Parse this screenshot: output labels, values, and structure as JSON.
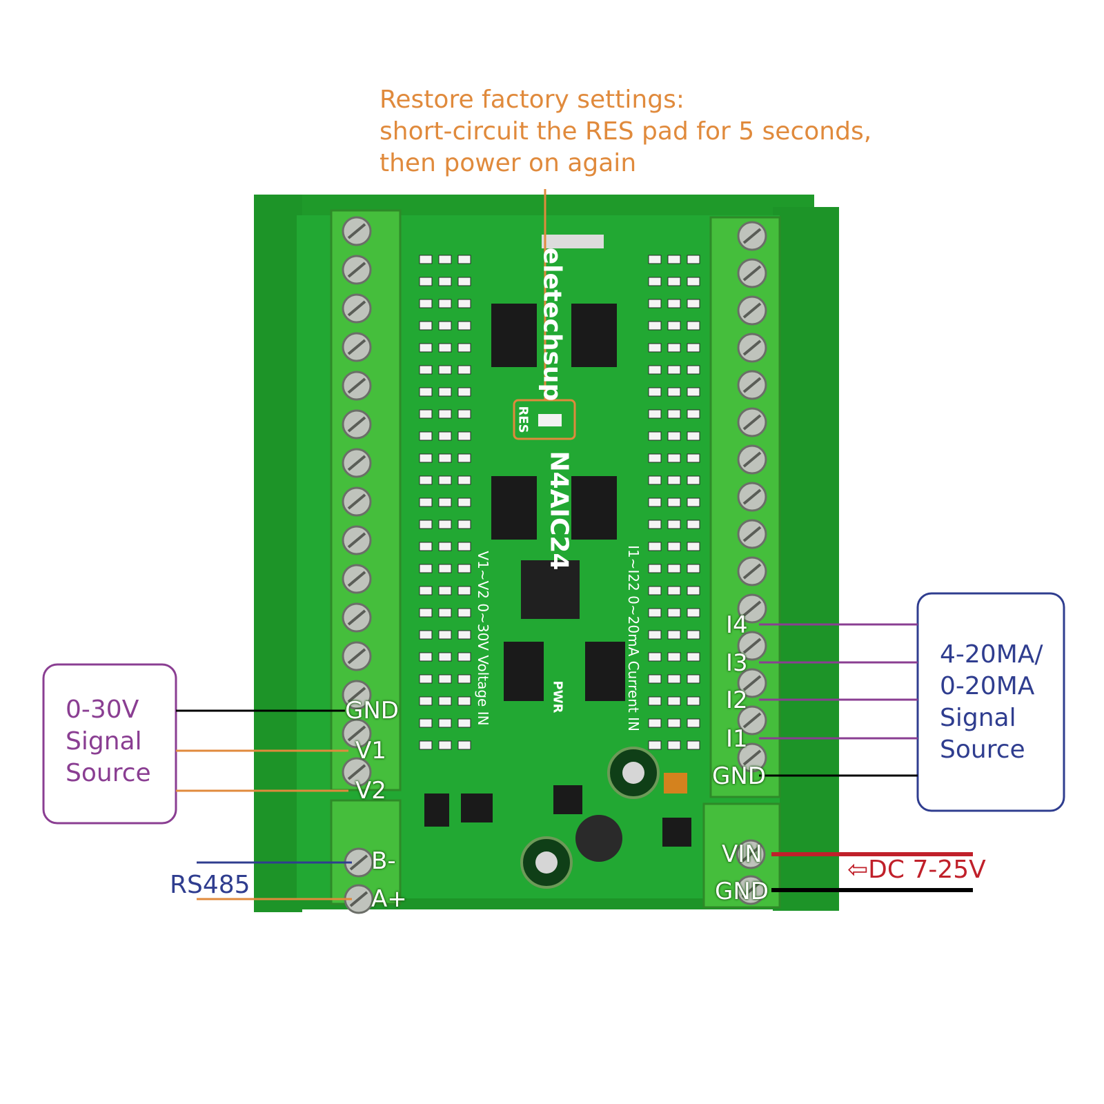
{
  "note": {
    "lines": [
      "Restore factory settings:",
      "short-circuit the RES pad for 5 seconds,",
      "then power on again"
    ]
  },
  "board": {
    "brand": "eletechsup",
    "model": "N4AIC24",
    "res_label": "RES",
    "pwr_label": "PWR",
    "voltage_label": "V1~V2 0~30V Voltage IN",
    "current_label": "I1~I22 0~20mA Current IN"
  },
  "voltage_source": {
    "lines": [
      "0-30V",
      "Signal",
      "Source"
    ],
    "color": "#8a3e92"
  },
  "current_source": {
    "lines": [
      "4-20MA/",
      "0-20MA",
      "Signal",
      "Source"
    ],
    "color": "#2f3d8f"
  },
  "left_pins": [
    "GND",
    "V1",
    "V2"
  ],
  "rs485": {
    "label": "RS485",
    "pins": [
      "B-",
      "A+"
    ]
  },
  "right_pins": [
    "I4",
    "I3",
    "I2",
    "I1",
    "GND"
  ],
  "power": {
    "pins": [
      "VIN",
      "GND"
    ],
    "label": "DC 7-25V",
    "arrow": "⇦",
    "color": "#c0202a"
  },
  "colors": {
    "board_green": "#1e9e2c",
    "terminal_green": "#3fb53a",
    "orange": "#e08a3c",
    "purple": "#8a3e92",
    "blue": "#2f3d8f"
  }
}
